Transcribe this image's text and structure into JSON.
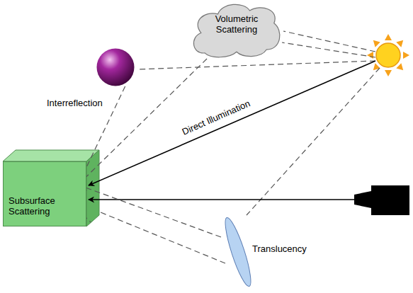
{
  "diagram": {
    "nodes": [
      {
        "text": [
          "Volumetric Scattering"
        ]
      },
      {
        "text": [
          "Interreflection"
        ]
      },
      {
        "text": [
          "Subsurface Scattering"
        ]
      },
      {
        "text": [
          "Translucency"
        ]
      }
    ],
    "edges": [
      {
        "from": 0,
        "to": 2,
        "arrow": "none"
      },
      {
        "from": 1,
        "to": 2,
        "arrow": "none"
      },
      {
        "from": 3,
        "to": 2,
        "arrow": "none"
      }
    ],
    "labels": [
      "Direct Illumination"
    ]
  }
}
